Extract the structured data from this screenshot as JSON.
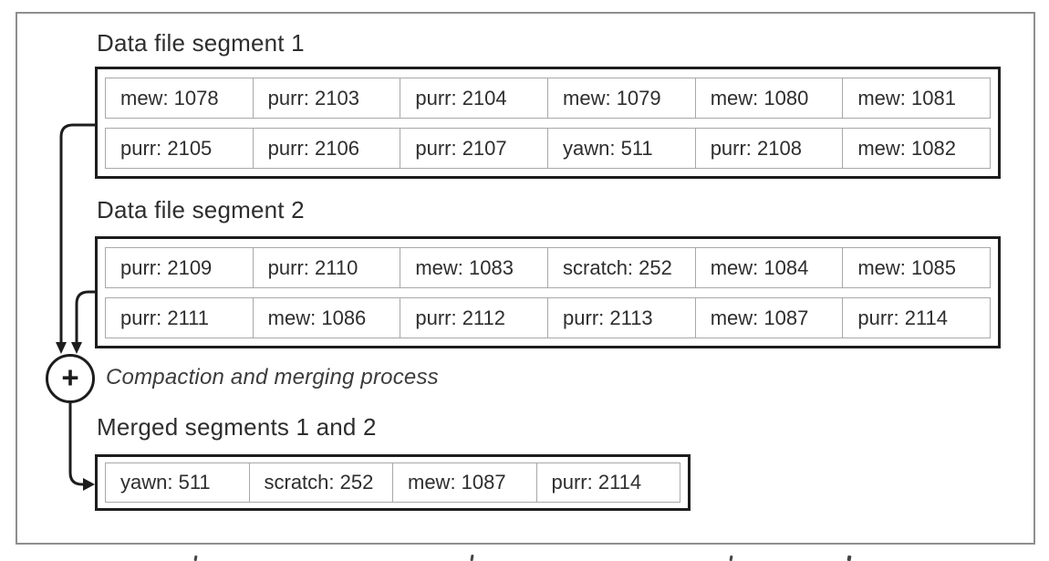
{
  "segment1": {
    "title": "Data file segment 1",
    "rows": [
      [
        "mew: 1078",
        "purr: 2103",
        "purr: 2104",
        "mew: 1079",
        "mew: 1080",
        "mew: 1081"
      ],
      [
        "purr: 2105",
        "purr: 2106",
        "purr: 2107",
        "yawn: 511",
        "purr: 2108",
        "mew: 1082"
      ]
    ]
  },
  "segment2": {
    "title": "Data file segment 2",
    "rows": [
      [
        "purr: 2109",
        "purr: 2110",
        "mew: 1083",
        "scratch: 252",
        "mew: 1084",
        "mew: 1085"
      ],
      [
        "purr: 2111",
        "mew: 1086",
        "purr: 2112",
        "purr: 2113",
        "mew: 1087",
        "purr: 2114"
      ]
    ]
  },
  "process": {
    "operator": "+",
    "label": "Compaction and merging process"
  },
  "merged": {
    "title": "Merged segments 1 and 2",
    "rows": [
      [
        "yawn: 511",
        "scratch: 252",
        "mew: 1087",
        "purr: 2114"
      ]
    ]
  },
  "colors": {
    "ink": "#1d1d1d",
    "text": "#2e2e2e",
    "cell_border": "#a8a8a8",
    "frame_border": "#8e8e8e"
  }
}
